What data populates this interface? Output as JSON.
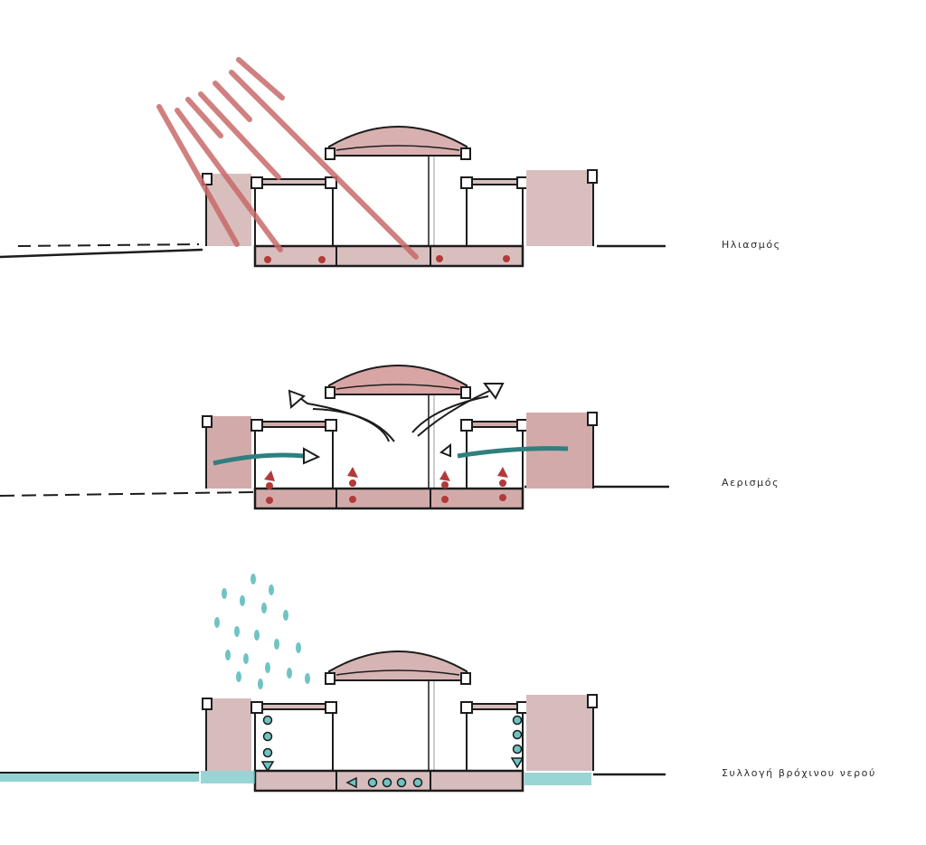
{
  "diagrams": [
    {
      "id": "sun",
      "caption": "Ηλιασμός"
    },
    {
      "id": "vent",
      "caption": "Αερισμός"
    },
    {
      "id": "rain",
      "caption": "Συλλογή βρόχινου νερού"
    }
  ],
  "colors": {
    "ink": "#1c1c1c",
    "wall_fill": "#d8bfbe",
    "wall_dark": "#c7a8a6",
    "dome_fill": "#d9b0b0",
    "dome_inner": "#c98c8c",
    "sun_ray": "#c96a6a",
    "air_dot": "#b33a3a",
    "water": "#6fc3c3",
    "water_dark": "#3f9a9a",
    "arrow_fill": "#ffffff"
  },
  "icons": [
    "sun-ray-icon",
    "air-flow-arrow-icon",
    "rain-drop-icon",
    "water-flow-arrow-icon"
  ]
}
